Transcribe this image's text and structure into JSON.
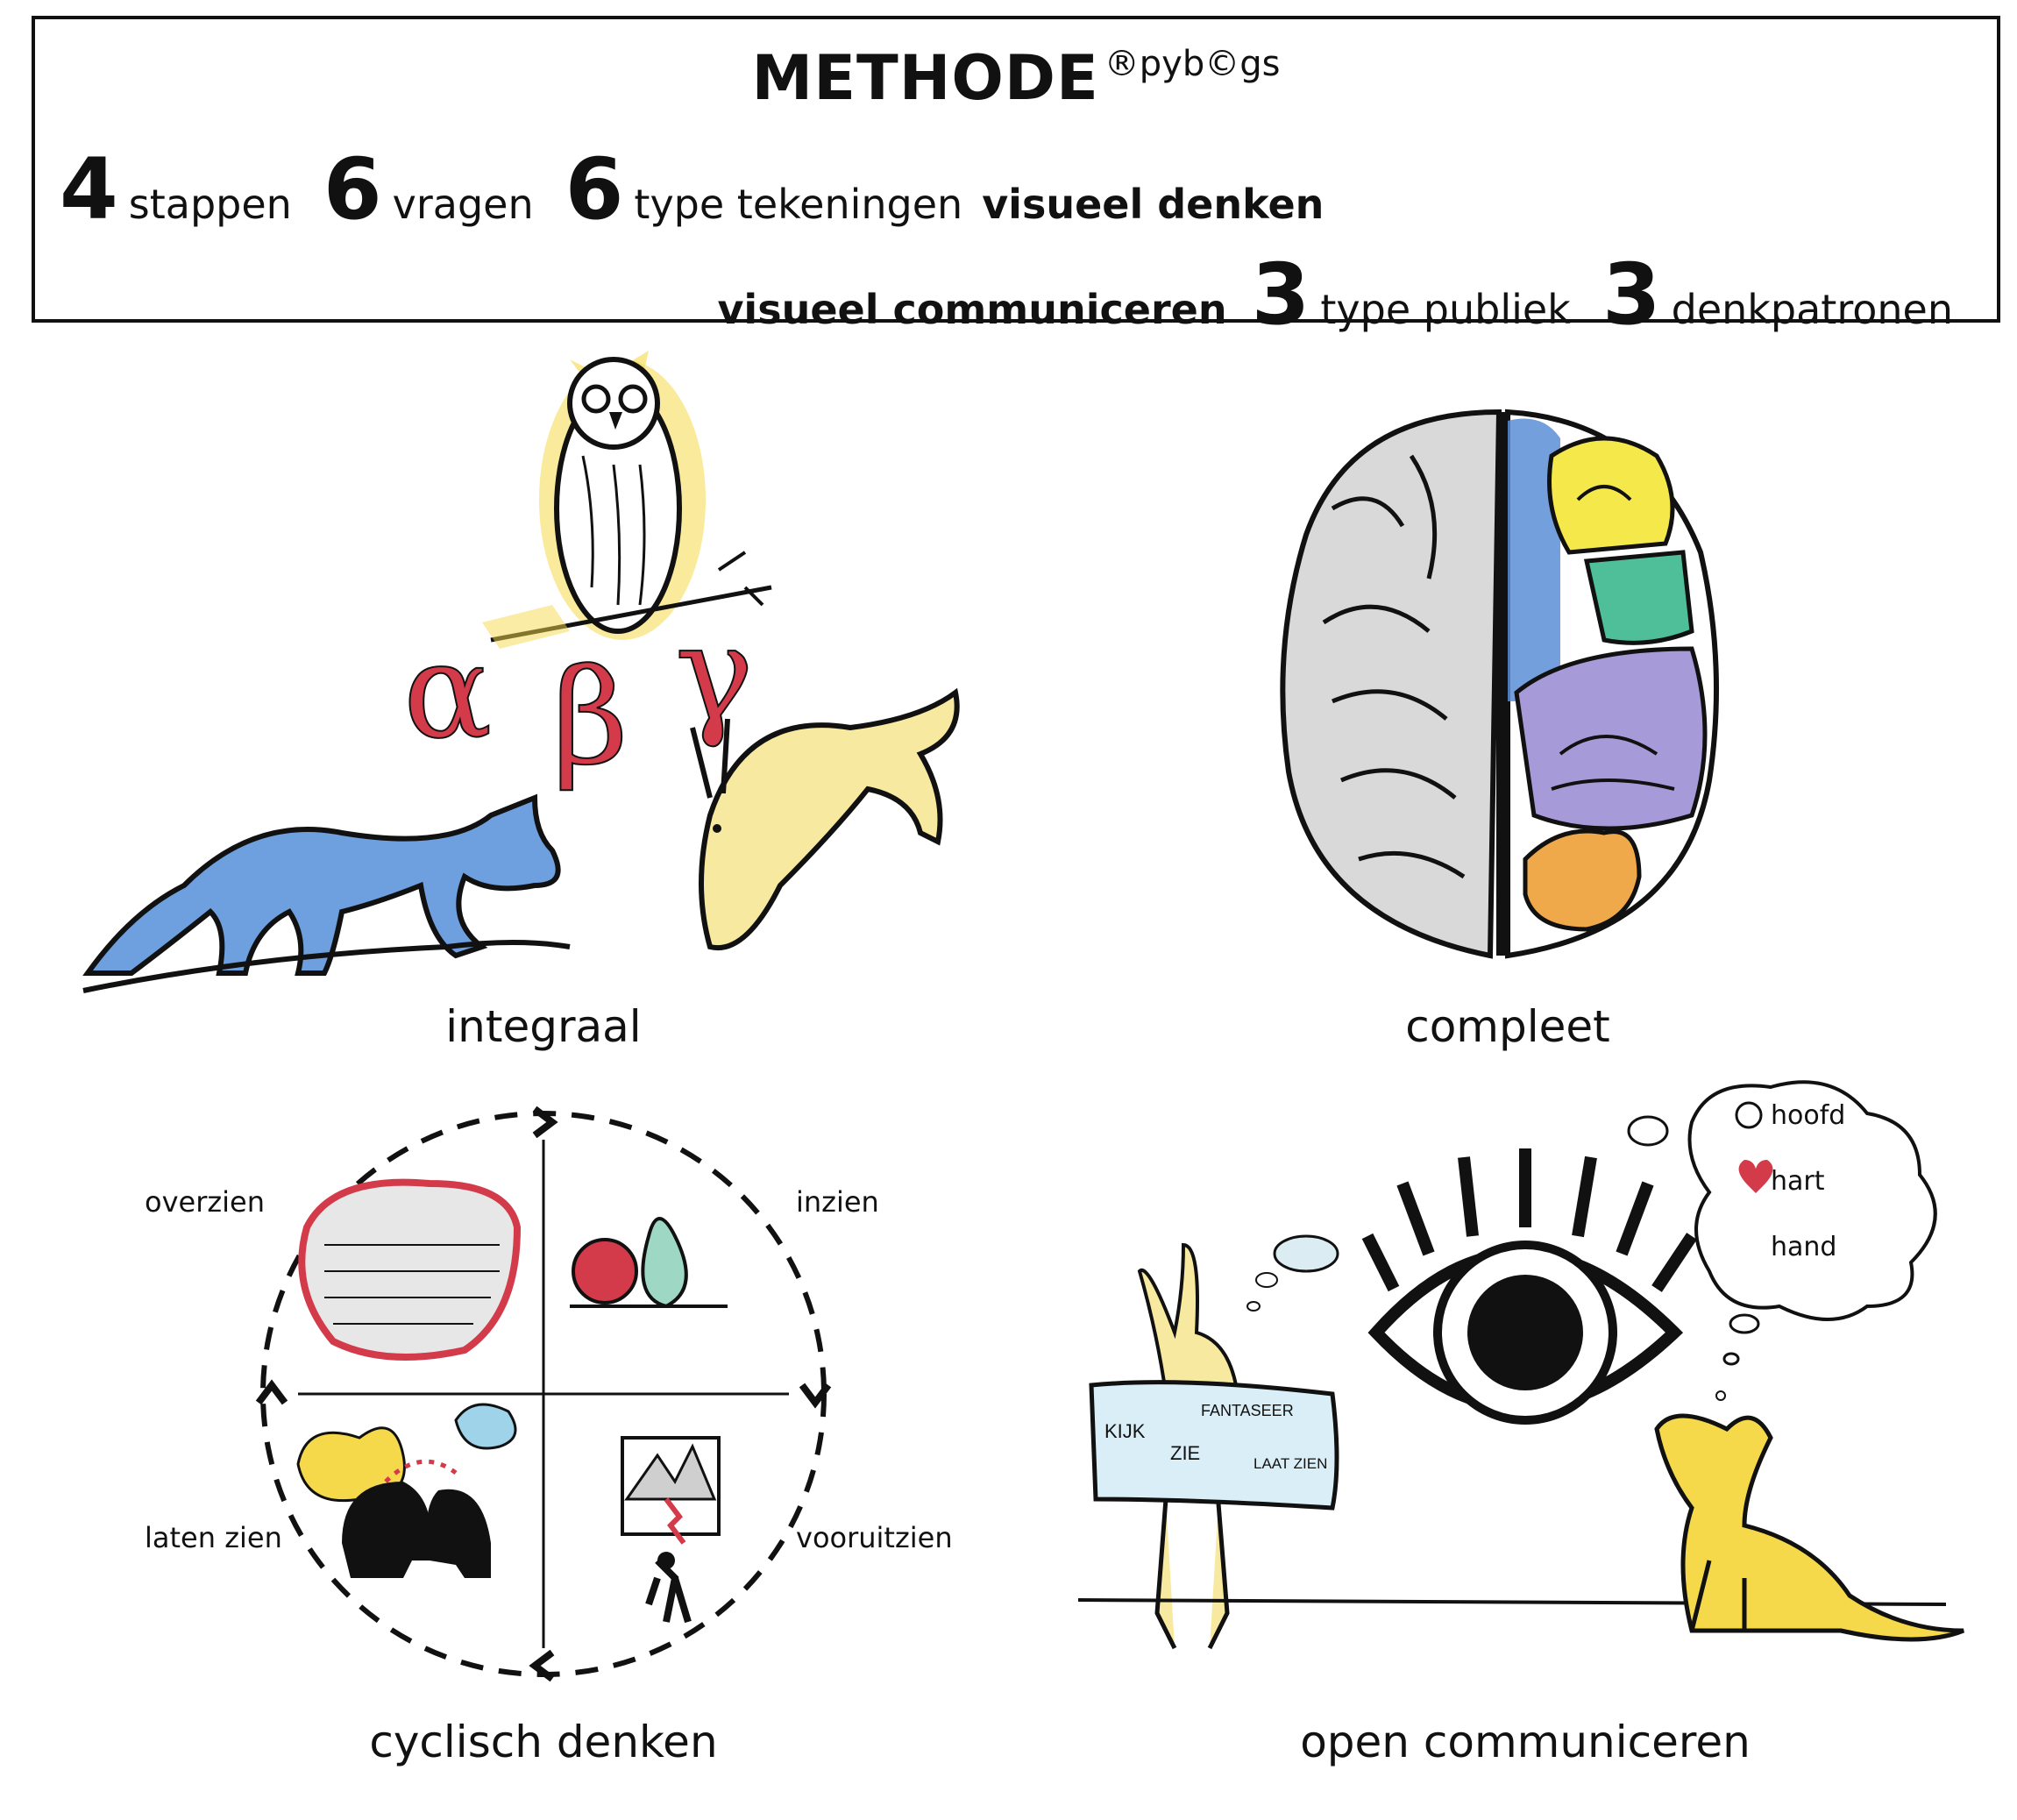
{
  "header": {
    "title": "METHODE",
    "title_suffix": "®pyb©gs",
    "row1": [
      {
        "num": "4",
        "text": "stappen"
      },
      {
        "num": "6",
        "text": "vragen"
      },
      {
        "num": "6",
        "text": "type tekeningen"
      }
    ],
    "row1_bold": "visueel denken",
    "row2_bold": "visueel communiceren",
    "row2": [
      {
        "num": "3",
        "text": "type publiek"
      },
      {
        "num": "3",
        "text": "denkpatronen"
      }
    ]
  },
  "panels": {
    "integraal": {
      "caption": "integraal",
      "letters": [
        "α",
        "β",
        "γ"
      ]
    },
    "compleet": {
      "caption": "compleet"
    },
    "cyclisch": {
      "caption": "cyclisch denken",
      "labels": [
        "overzien",
        "inzien",
        "laten zien",
        "vooruitzien"
      ]
    },
    "open": {
      "caption": "open communiceren",
      "thought": [
        "hoofd",
        "hart",
        "hand"
      ],
      "map_words": [
        "KIJK",
        "ZIE",
        "FANTASEER",
        "LAAT ZIEN"
      ]
    }
  },
  "colors": {
    "ink": "#111111",
    "yellow": "#f5d94a",
    "blue": "#5a8fd6",
    "red": "#d33a4a",
    "green": "#4fbf9a",
    "purple": "#a79ad8",
    "orange": "#f0a94a",
    "grey": "#d9d9d9"
  }
}
